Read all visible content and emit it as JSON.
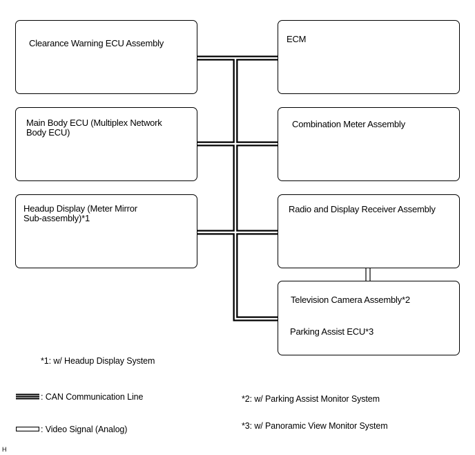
{
  "components": {
    "clearance_warning_ecu": "Clearance Warning ECU Assembly",
    "main_body_ecu": "Main Body ECU (Multiplex Network\nBody ECU)",
    "headup_display": "Headup Display (Meter Mirror\nSub-assembly)*1",
    "ecm": "ECM",
    "combination_meter": "Combination Meter Assembly",
    "radio_receiver": "Radio and Display Receiver Assembly",
    "television_camera": "Television Camera Assembly*2",
    "parking_assist_ecu": "Parking Assist ECU*3"
  },
  "notes": {
    "note1": "*1: w/ Headup Display System",
    "note2": "*2: w/ Parking Assist Monitor System",
    "note3": "*3: w/ Panoramic View Monitor System"
  },
  "legend": {
    "can_line": ": CAN Communication Line",
    "video_signal": ": Video Signal (Analog)"
  },
  "corner_mark": "H"
}
